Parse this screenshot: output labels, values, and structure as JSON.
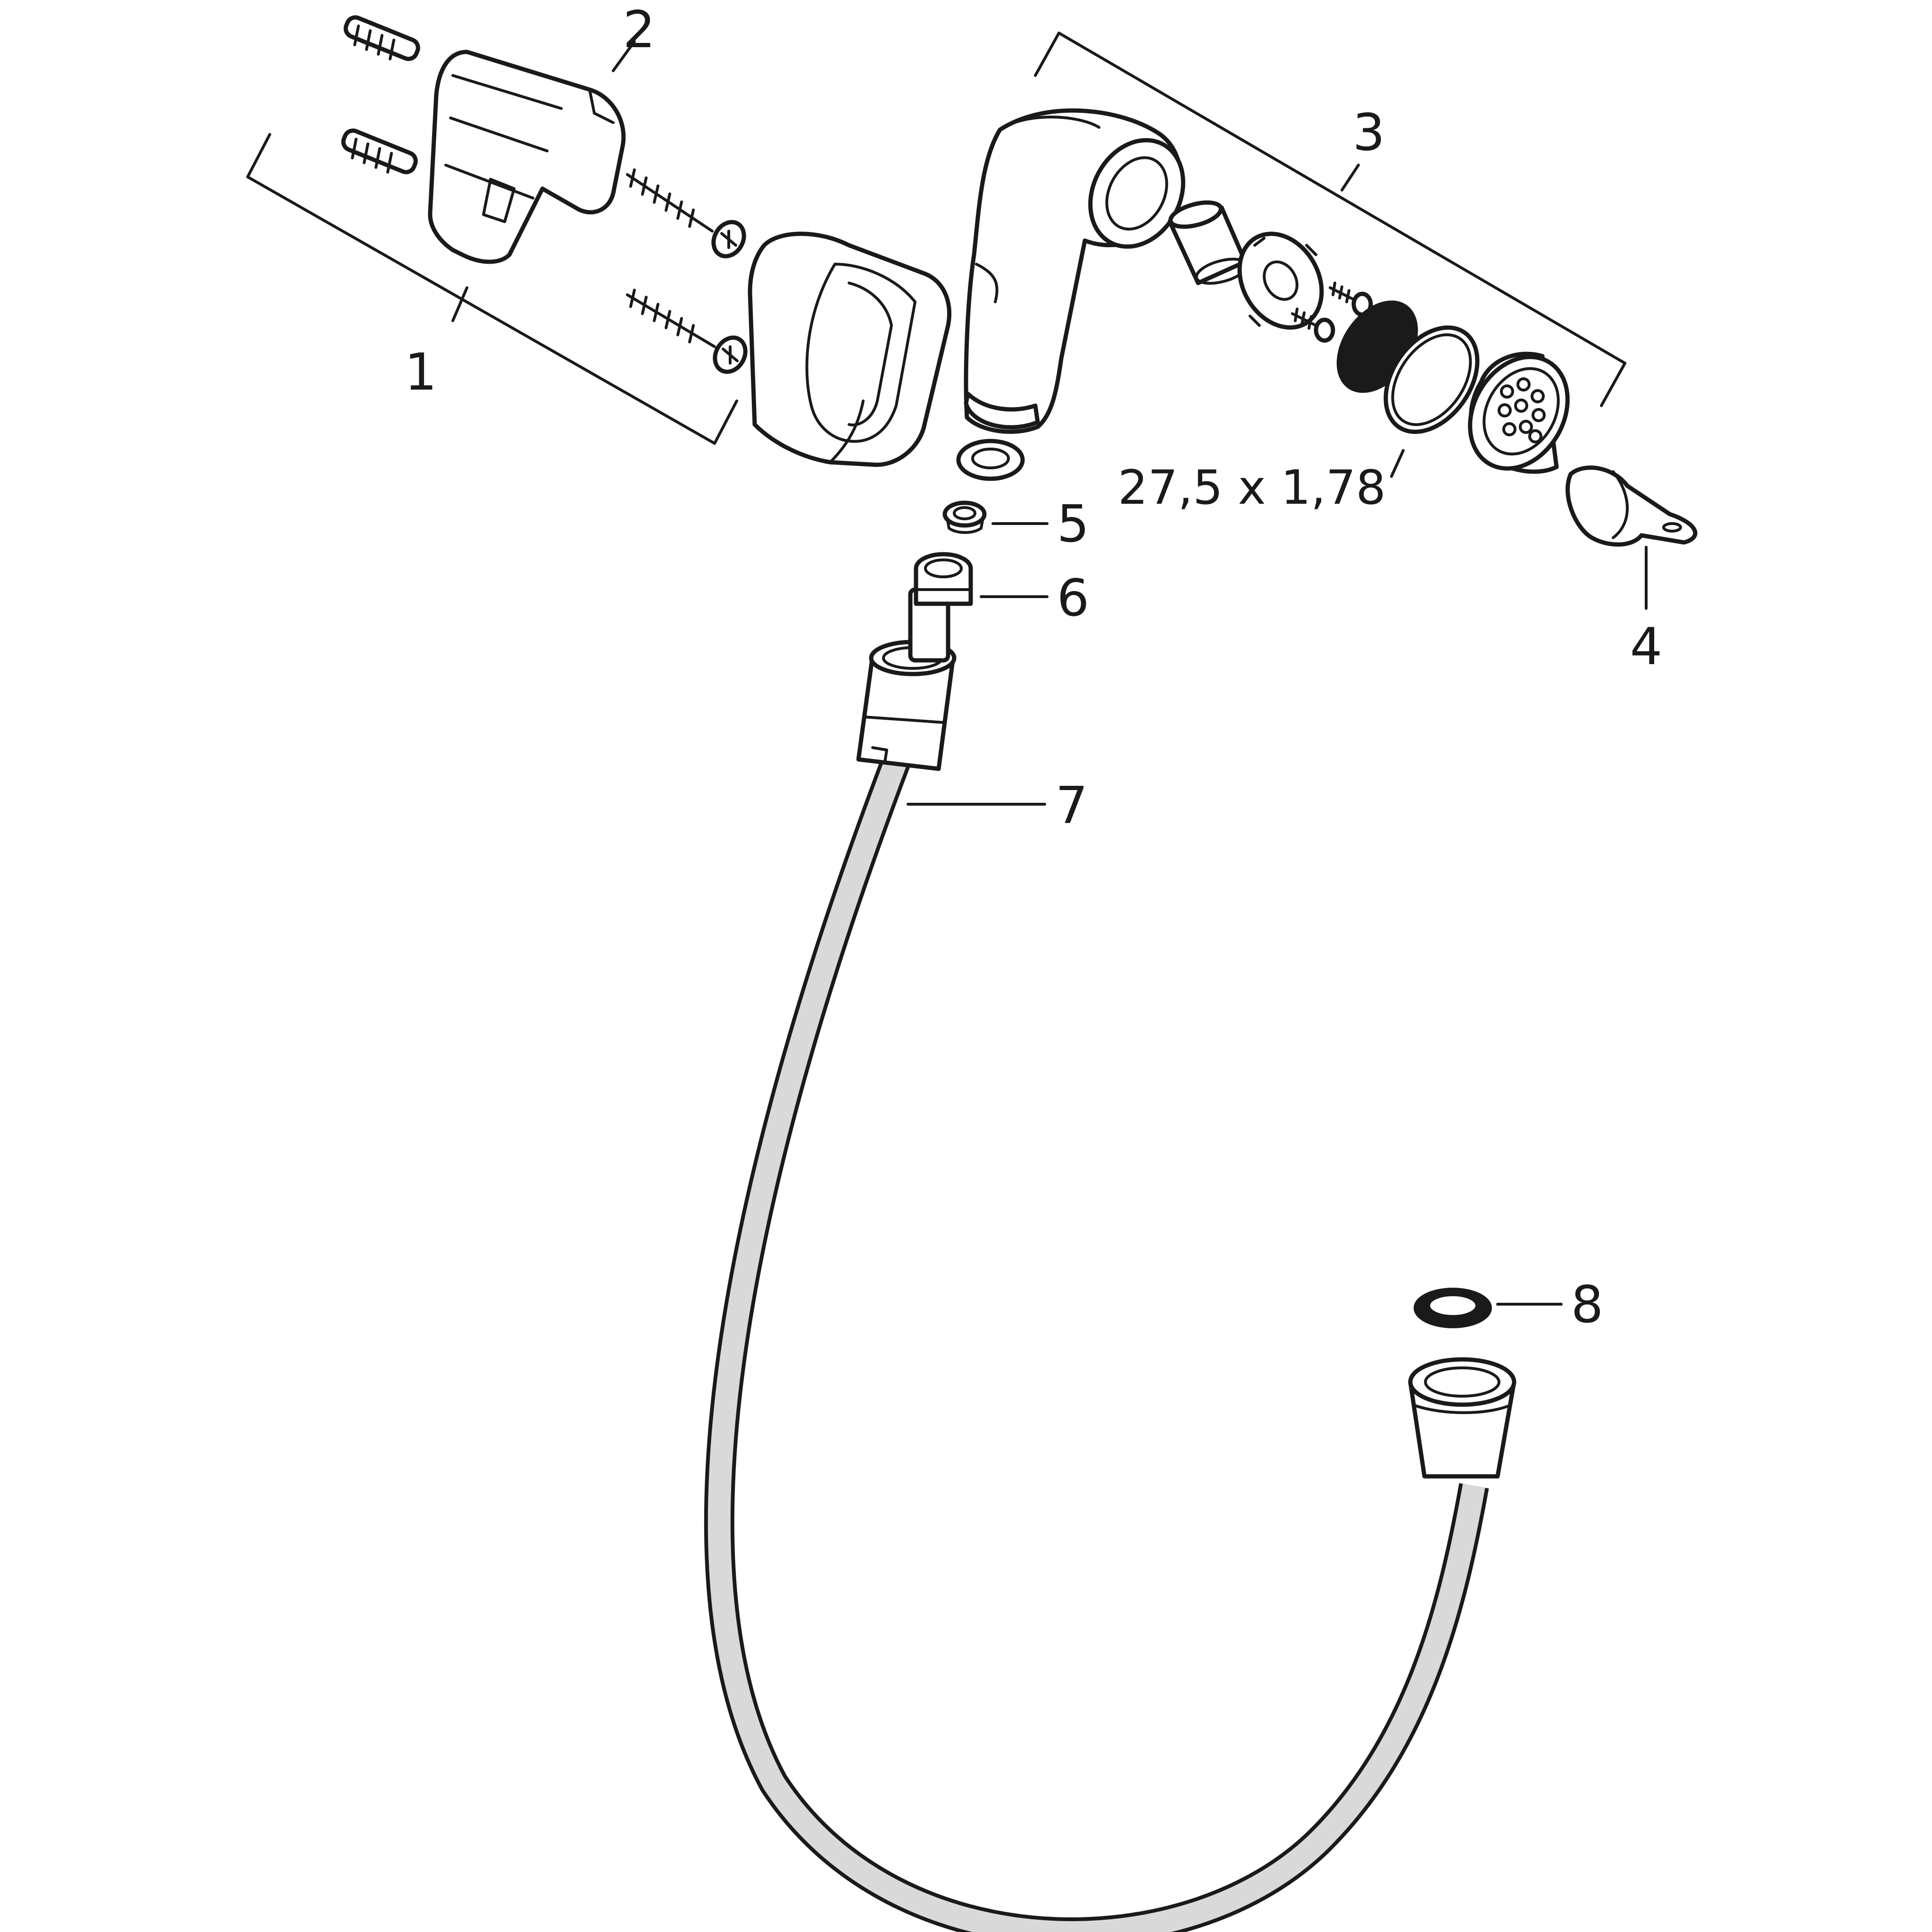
{
  "diagram": {
    "callouts": [
      {
        "id": "1",
        "label": "1"
      },
      {
        "id": "2",
        "label": "2"
      },
      {
        "id": "3",
        "label": "3"
      },
      {
        "id": "4",
        "label": "4"
      },
      {
        "id": "5",
        "label": "5"
      },
      {
        "id": "6",
        "label": "6"
      },
      {
        "id": "7",
        "label": "7"
      },
      {
        "id": "8",
        "label": "8"
      }
    ],
    "oring_dimension": "27,5 x 1,78",
    "colors": {
      "line": "#1a1a1a",
      "hose": "#d9d9d9",
      "background": "#ffffff"
    }
  }
}
